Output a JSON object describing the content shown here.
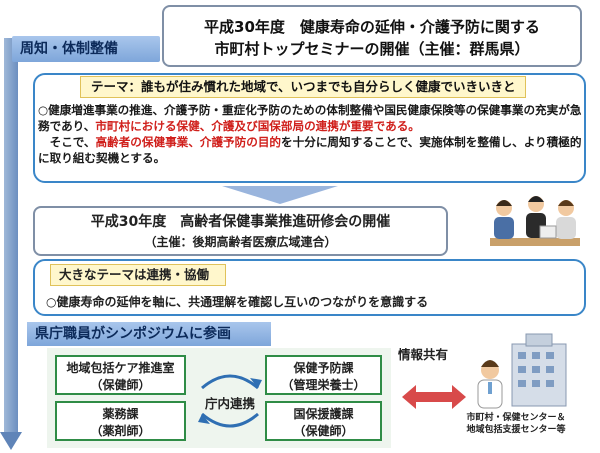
{
  "sections": {
    "announce_tag": "周知・体制整備",
    "symposium_tag": "県庁職員がシンポジウムに参画"
  },
  "seminar1": {
    "title_line1": "平成30年度　健康寿命の延伸・介護予防に関する",
    "title_line2": "市町村トップセミナーの開催（主催：群馬県）",
    "theme": "テーマ：誰もが住み慣れた地域で、いつまでも自分らしく健康でいきいきと",
    "p1_a": "○健康増進事業の推進、介護予防・重症化予防のための体制整備や国民健康保険等の保健事業の充実が急務であり、",
    "p1_b": "市町村における保健、介護及び国保部局の連携が重要である。",
    "p2_a": "　そこで、",
    "p2_b": "高齢者の保健事業、介護予防の目的",
    "p2_c": "を十分に周知することで、実施体制を整備し、より積極的に取り組む契機とする。"
  },
  "seminar2": {
    "title": "平成30年度　高齢者保健事業推進研修会の開催",
    "subtitle": "（主催：後期高齢者医療広域連合）",
    "theme": "大きなテーマは連携・協働",
    "bullet": "○健康寿命の延伸を軸に、共通理解を確認し互いのつながりを意識する"
  },
  "departments": {
    "d1_line1": "地域包括ケア推進室",
    "d1_line2": "（保健師）",
    "d2_line1": "薬務課",
    "d2_line2": "（薬剤師）",
    "d3_line1": "保健予防課",
    "d3_line2": "（管理栄養士）",
    "d4_line1": "国保援護課",
    "d4_line2": "（保健師）",
    "center": "庁内連携"
  },
  "share": {
    "label": "情報共有",
    "target_line1": "市町村・保健センター＆",
    "target_line2": "地域包括支援センター等"
  },
  "colors": {
    "accent_blue": "#3a86c8",
    "green": "#2f8c46",
    "red_text": "#d0201c",
    "theme_fill": "#fff7cc"
  }
}
